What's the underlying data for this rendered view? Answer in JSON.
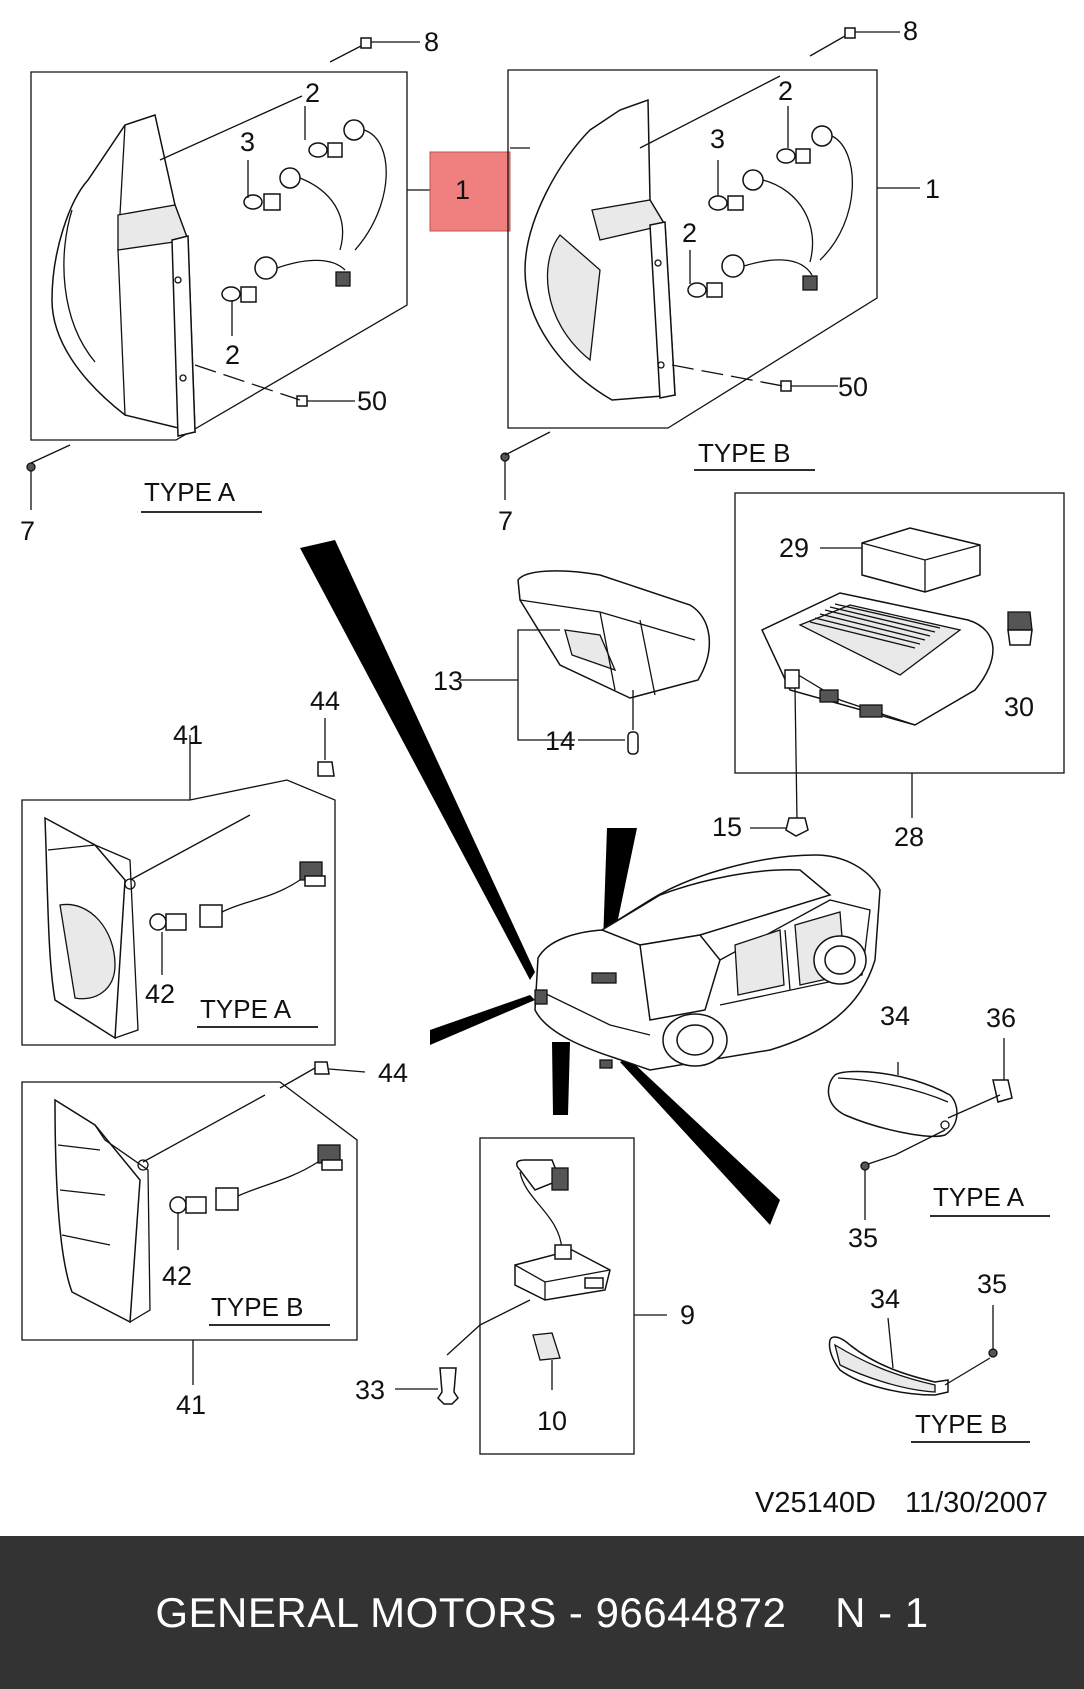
{
  "diagram": {
    "ref_code": "V25140D",
    "ref_date": "11/30/2007",
    "highlight_color": "#f08080",
    "callouts": {
      "c1_highlight": "1",
      "c1_b": "1",
      "c2_a_top": "2",
      "c2_a_bottom": "2",
      "c2_b_top": "2",
      "c2_b_mid": "2",
      "c3_a": "3",
      "c3_b": "3",
      "c7_a": "7",
      "c7_b": "7",
      "c8_a": "8",
      "c8_b": "8",
      "c9": "9",
      "c10": "10",
      "c13": "13",
      "c14": "14",
      "c15": "15",
      "c28": "28",
      "c29": "29",
      "c30": "30",
      "c33": "33",
      "c34_a": "34",
      "c34_b": "34",
      "c35_a": "35",
      "c35_b": "35",
      "c36": "36",
      "c41_a": "41",
      "c41_b": "41",
      "c42_a": "42",
      "c42_b": "42",
      "c44_a": "44",
      "c44_b": "44",
      "c50_a": "50",
      "c50_b": "50"
    },
    "type_labels": {
      "tail_a": "TYPE A",
      "tail_b": "TYPE B",
      "inner_a": "TYPE A",
      "inner_b": "TYPE B",
      "reflector_a": "TYPE A",
      "reflector_b": "TYPE B"
    }
  },
  "footer": {
    "text": "GENERAL MOTORS - 96644872    N - 1",
    "background": "#333333",
    "color": "#ffffff"
  }
}
